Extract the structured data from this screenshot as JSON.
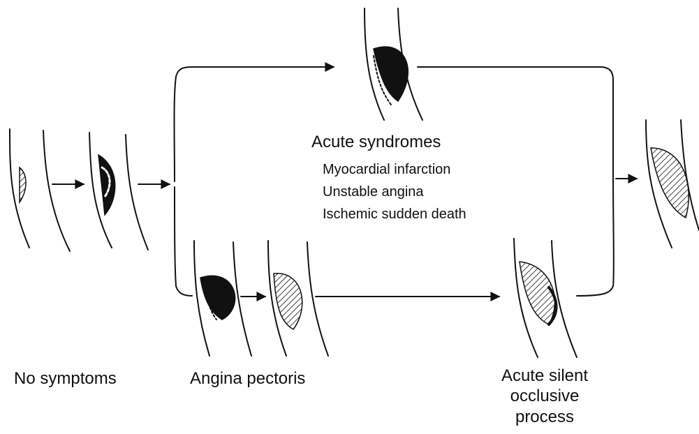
{
  "labels": {
    "no_symptoms": "No symptoms",
    "angina_pectoris": "Angina pectoris",
    "acute_silent": [
      "Acute silent",
      "occlusive",
      "process"
    ],
    "acute_syndromes": {
      "heading": "Acute syndromes",
      "items": [
        "Myocardial infarction",
        "Unstable angina",
        "Ischemic sudden death"
      ]
    }
  },
  "colors": {
    "ink": "#111111",
    "background": "#ffffff"
  }
}
